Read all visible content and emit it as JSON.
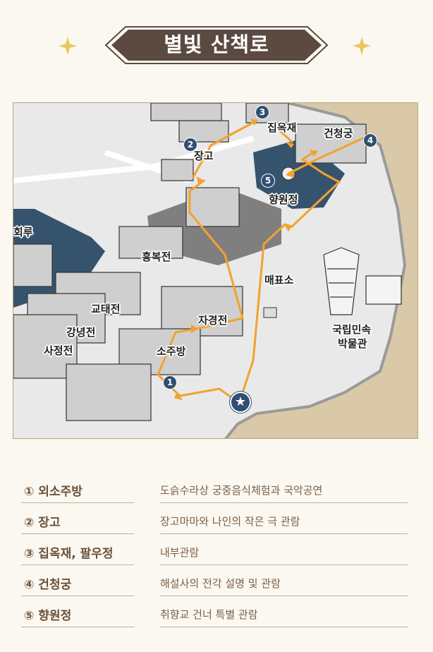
{
  "title": "별빛 산책로",
  "colors": {
    "banner": "#5b4a40",
    "route": "#f2a22e",
    "pond": "#36536d",
    "marker": "#2f4f73",
    "ground": "#d9c9a8"
  },
  "map": {
    "labels": {
      "janggo": "장고",
      "jibokjae": "집옥재",
      "geoncheonggung": "건청궁",
      "hyangwonjeong": "향원정",
      "heungbokjeon": "흥복전",
      "maepyoso": "매표소",
      "gyotaejeon": "교태전",
      "jagyeongjeon": "자경전",
      "ganggnyeongjeon": "강녕전",
      "sajeongjeon": "사정전",
      "sojubang": "소주방",
      "museum_line1": "국립민속",
      "museum_line2": "박물관",
      "hoeru": "회루"
    },
    "markers": [
      "1",
      "2",
      "3",
      "4",
      "5"
    ],
    "start_icon": "star-icon"
  },
  "legend": [
    {
      "name": "① 외소주방",
      "desc": "도슭수라상 궁중음식체험과 국악공연"
    },
    {
      "name": "② 장고",
      "desc": "장고마마와 나인의 작은 극 관람"
    },
    {
      "name": "③ 집옥재, 팔우정",
      "desc": "내부관람"
    },
    {
      "name": "④ 건청궁",
      "desc": "해설사의 전각 설명 및 관람"
    },
    {
      "name": "⑤ 향원정",
      "desc": "취향교 건너 특별 관람"
    }
  ]
}
